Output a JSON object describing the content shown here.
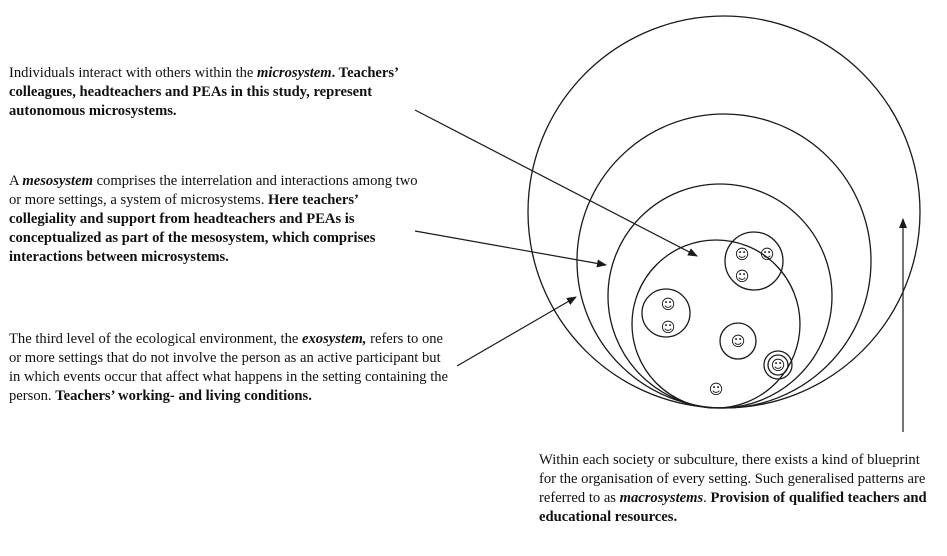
{
  "micro": {
    "t1": "Individuals interact with others within the ",
    "term": "microsystem",
    "t2": ". Teachers’ colleagues, headteachers and PEAs in this study, represent autonomous microsystems."
  },
  "meso": {
    "t1": "A ",
    "term": "mesosystem",
    "t2": " comprises the interrelation and interactions among two or more settings, a system of microsystems. ",
    "bold": "Here teachers’ collegiality and support from headteachers and PEAs is conceptualized as part of the mesosystem, which comprises interactions between microsystems."
  },
  "exo": {
    "t1": "The third level of the ecological environment, the ",
    "term": "exosystem,",
    "t2": " refers to one or more settings that do not involve the person as an active participant but in which events occur that affect what happens in the setting containing the person. ",
    "bold": "Teachers’ working- and living conditions."
  },
  "macro": {
    "t1": "Within each society or subculture, there exists a kind of blueprint for the organisation of every setting. Such generalised patterns are referred to as ",
    "term": "macrosystems",
    "t2": ". ",
    "bold": "Provision of qualified teachers and educational resources."
  },
  "smiley_glyph": "☺",
  "colors": {
    "line": "#1a1a1a",
    "text": "#111111"
  }
}
